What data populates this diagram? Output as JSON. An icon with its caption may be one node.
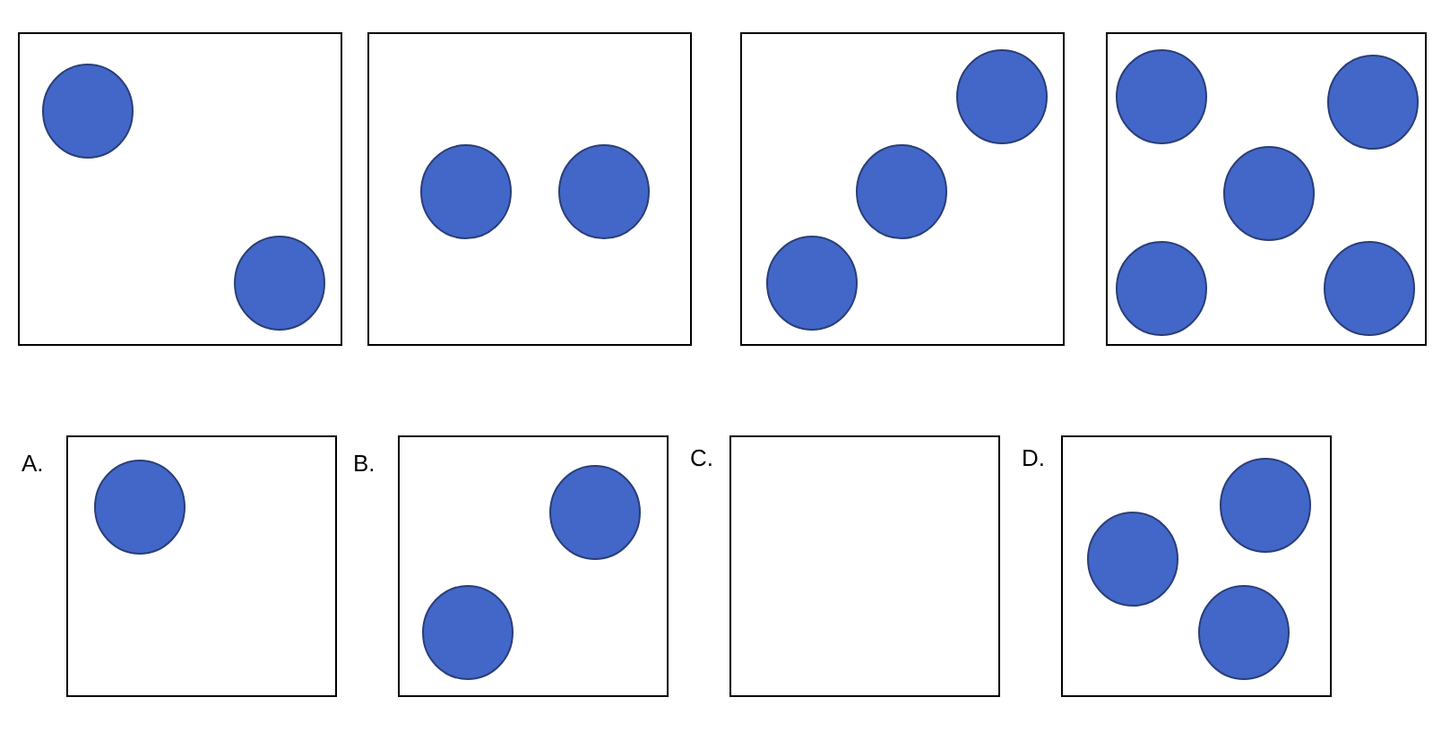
{
  "diagram": {
    "nodes": [
      {
        "text": [],
        "shape": "box"
      },
      {
        "text": [],
        "shape": "circle",
        "in": 0
      },
      {
        "text": [],
        "shape": "circle",
        "in": 0
      },
      {
        "text": [],
        "shape": "box"
      },
      {
        "text": [],
        "shape": "circle",
        "in": 3
      },
      {
        "text": [],
        "shape": "circle",
        "in": 3
      },
      {
        "text": [],
        "shape": "box"
      },
      {
        "text": [],
        "shape": "circle",
        "in": 6
      },
      {
        "text": [],
        "shape": "circle",
        "in": 6
      },
      {
        "text": [],
        "shape": "circle",
        "in": 6
      },
      {
        "text": [],
        "shape": "box"
      },
      {
        "text": [],
        "shape": "circle",
        "in": 10
      },
      {
        "text": [],
        "shape": "circle",
        "in": 10
      },
      {
        "text": [],
        "shape": "circle",
        "in": 10
      },
      {
        "text": [],
        "shape": "circle",
        "in": 10
      },
      {
        "text": [],
        "shape": "circle",
        "in": 10
      },
      {
        "text": [],
        "shape": "box"
      },
      {
        "text": [],
        "shape": "circle",
        "in": 16
      },
      {
        "text": [],
        "shape": "box"
      },
      {
        "text": [],
        "shape": "circle",
        "in": 18
      },
      {
        "text": [],
        "shape": "circle",
        "in": 18
      },
      {
        "text": [],
        "shape": "box"
      },
      {
        "text": [],
        "shape": "box"
      },
      {
        "text": [],
        "shape": "circle",
        "in": 22
      },
      {
        "text": [],
        "shape": "circle",
        "in": 22
      },
      {
        "text": [],
        "shape": "circle",
        "in": 22
      }
    ],
    "labels": [
      "A.",
      "B.",
      "C.",
      "D."
    ]
  }
}
